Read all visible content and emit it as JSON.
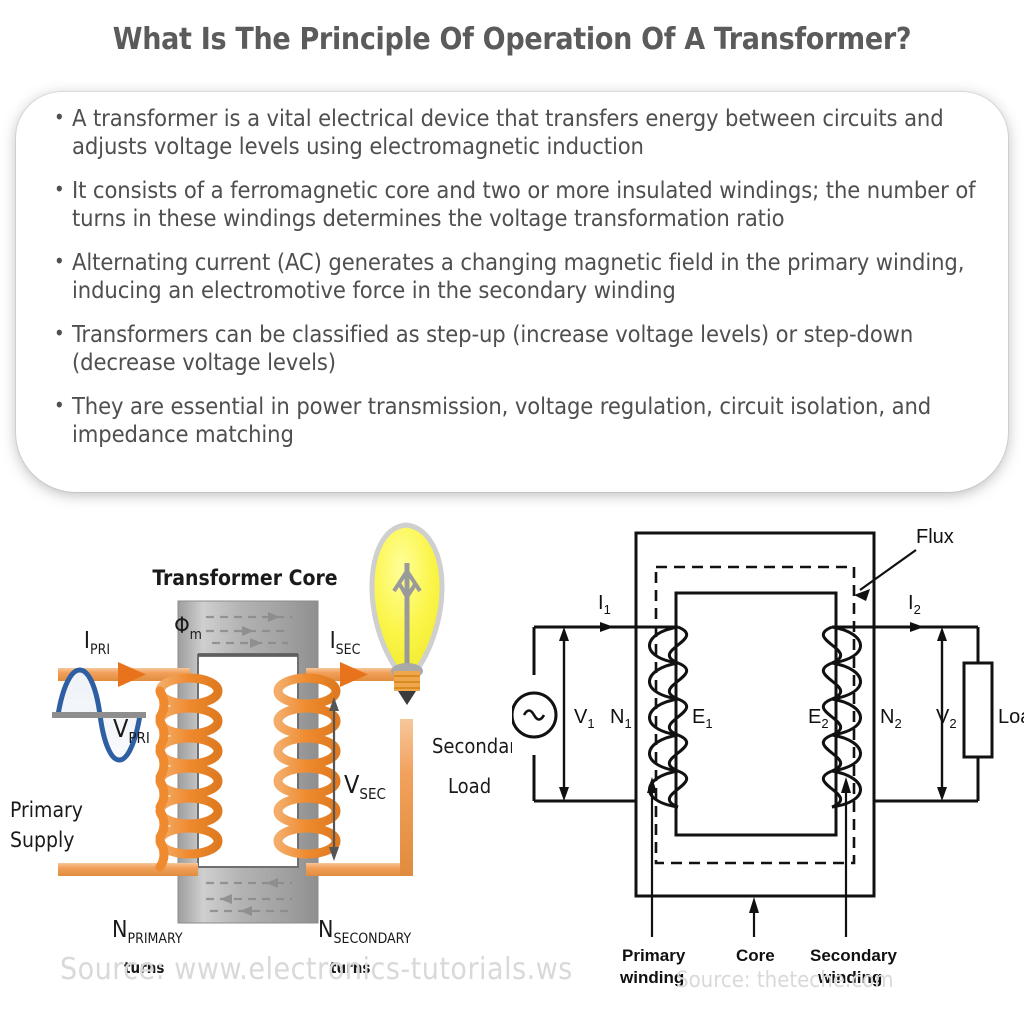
{
  "page": {
    "title": "What Is The Principle Of Operation Of A Transformer?"
  },
  "bullets": [
    "A transformer is a vital electrical device that transfers energy between circuits and adjusts voltage levels using electromagnetic induction",
    "It consists of a ferromagnetic core and two or more insulated windings; the number of turns in these windings determines the voltage transformation ratio",
    "Alternating current (AC) generates a changing magnetic field in the primary winding, inducing an electromotive force in the secondary winding",
    "Transformers can be classified as step-up (increase voltage levels) or step-down (decrease voltage levels)",
    "They are essential in power transmission, voltage regulation, circuit isolation, and impedance matching"
  ],
  "figure_left": {
    "title": "Transformer Core",
    "labels": {
      "i_pri": "I",
      "i_pri_sub": "PRI",
      "i_sec": "I",
      "i_sec_sub": "SEC",
      "v_pri": "V",
      "v_pri_sub": "PRI",
      "v_sec": "V",
      "v_sec_sub": "SEC",
      "flux": "Φ",
      "flux_sub": "m",
      "primary_supply_line1": "Primary",
      "primary_supply_line2": "Supply",
      "secondary_load_line1": "Secondary",
      "secondary_load_line2": "Load",
      "n_primary": "N",
      "n_primary_sub": "PRIMARY",
      "n_primary_turns": "turns",
      "n_secondary": "N",
      "n_secondary_sub": "SECONDARY",
      "n_secondary_turns": "turns"
    },
    "watermark": "Source: www.electronics-tutorials.ws",
    "colors": {
      "wire": "#F2A15C",
      "wire_arrow": "#E8731C",
      "coil": "#F08A34",
      "core": "#AFAFAF",
      "sine": "#2E5FA3"
    }
  },
  "figure_right": {
    "labels": {
      "flux": "Flux",
      "i1": "I",
      "i1_sub": "1",
      "i2": "I",
      "i2_sub": "2",
      "v1": "V",
      "v1_sub": "1",
      "v2": "V",
      "v2_sub": "2",
      "n1": "N",
      "n1_sub": "1",
      "n2": "N",
      "n2_sub": "2",
      "e1": "E",
      "e1_sub": "1",
      "e2": "E",
      "e2_sub": "2",
      "load": "Load",
      "primary_winding_line1": "Primary",
      "primary_winding_line2": "winding",
      "core_line1": "Core",
      "secondary_winding_line1": "Secondary",
      "secondary_winding_line2": "winding"
    },
    "watermark": "Source: theteche.com",
    "colors": {
      "line": "#111111"
    }
  }
}
